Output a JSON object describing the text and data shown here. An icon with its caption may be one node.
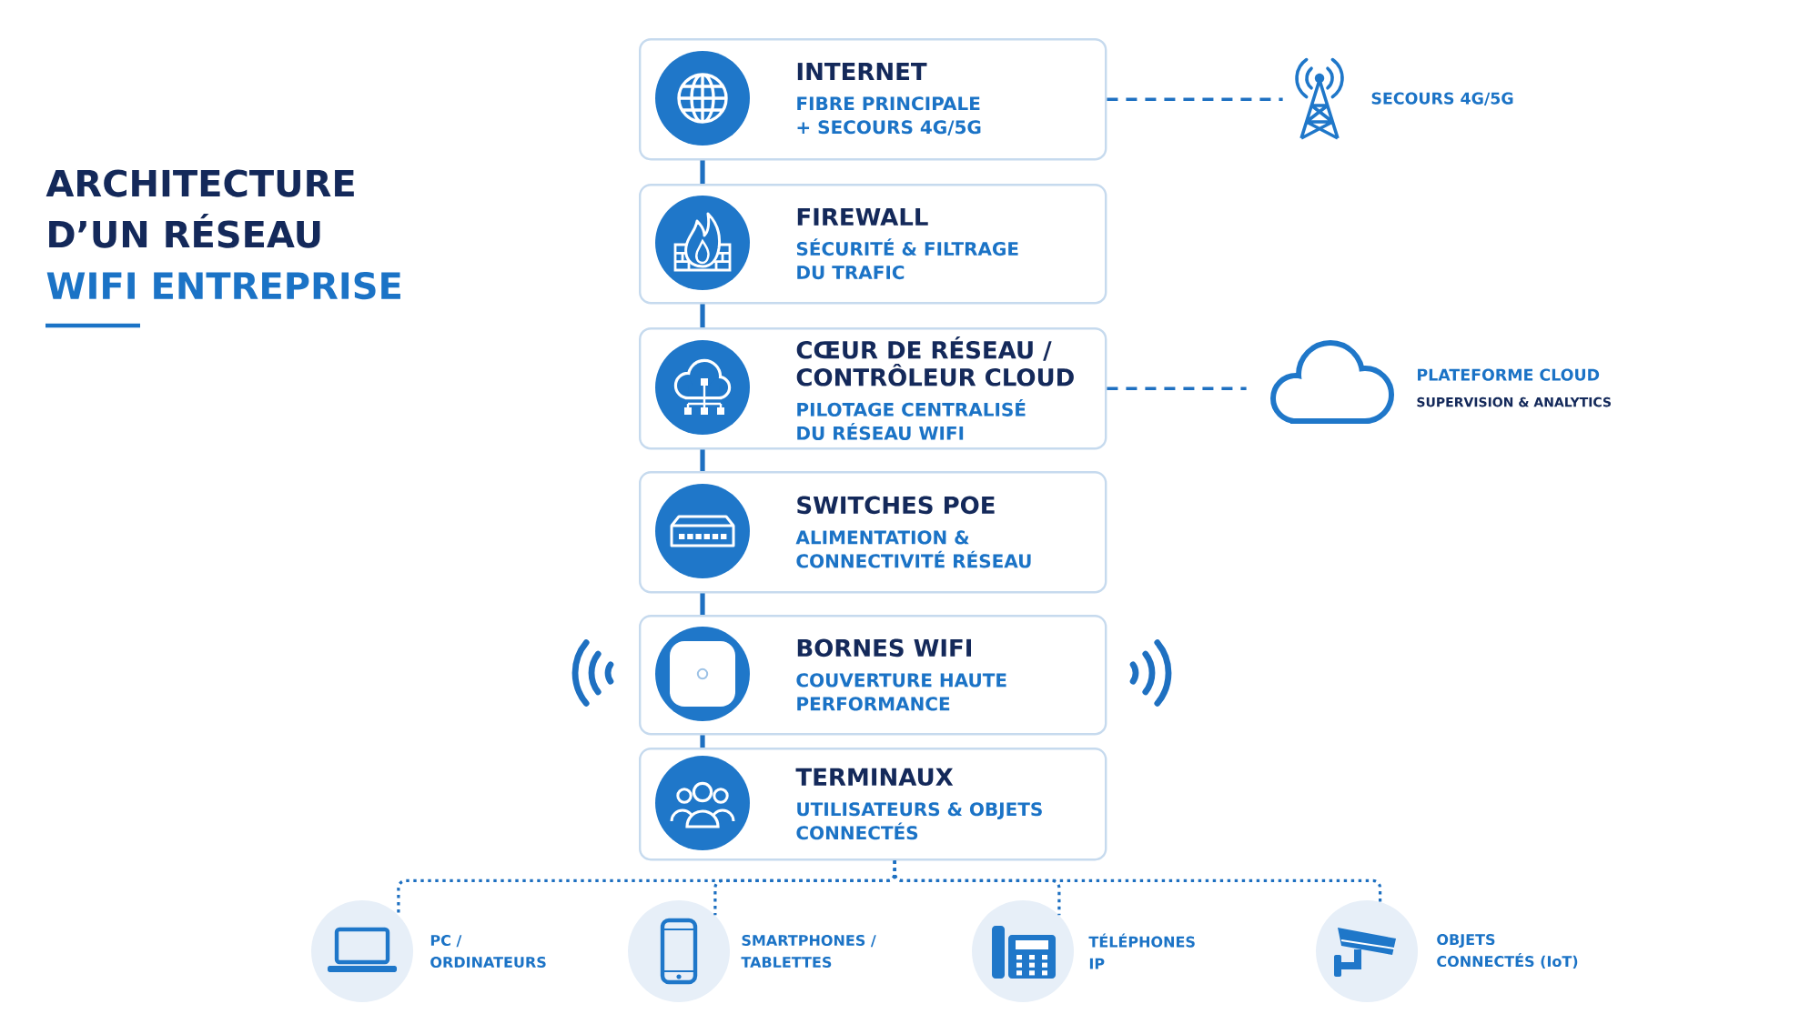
{
  "diagram": {
    "title": "ARCHITECTURE D’UN RÉSEAU WIFI ENTREPRISE",
    "nodes": [
      {
        "text": [
          "INTERNET",
          "FIBRE PRINCIPALE + SECOURS 4G/5G"
        ]
      },
      {
        "text": [
          "FIREWALL",
          "SÉCURITÉ & FILTRAGE DU TRAFIC"
        ]
      },
      {
        "text": [
          "CŒUR DE RÉSEAU / CONTRÔLEUR CLOUD",
          "PILOTAGE CENTRALISÉ DU RÉSEAU WIFI"
        ]
      },
      {
        "text": [
          "SWITCHES POE",
          "ALIMENTATION & CONNECTIVITÉ RÉSEAU"
        ]
      },
      {
        "text": [
          "BORNES WIFI",
          "COUVERTURE HAUTE PERFORMANCE"
        ]
      },
      {
        "text": [
          "TERMINAUX",
          "UTILISATEURS & OBJETS CONNECTÉS"
        ]
      },
      {
        "text": [],
        "shape": "picture",
        "beside": [
          "SECOURS 4G/5G"
        ]
      },
      {
        "text": [],
        "shape": "cloud",
        "beside": [
          "PLATEFORME CLOUD",
          "SUPERVISION & ANALYTICS"
        ]
      },
      {
        "text": [],
        "shape": "picture",
        "beside": [
          "PC / ORDINATEURS"
        ]
      },
      {
        "text": [],
        "shape": "picture",
        "beside": [
          "SMARTPHONES / TABLETTES"
        ]
      },
      {
        "text": [],
        "shape": "picture",
        "beside": [
          "TÉLÉPHONES IP"
        ]
      },
      {
        "text": [],
        "shape": "picture",
        "beside": [
          "OBJETS CONNECTÉS (IoT)"
        ]
      }
    ],
    "edges": [
      {
        "from": 0,
        "to": 1,
        "arrow": "none"
      },
      {
        "from": 1,
        "to": 2,
        "arrow": "none"
      },
      {
        "from": 2,
        "to": 3,
        "arrow": "none"
      },
      {
        "from": 3,
        "to": 4,
        "arrow": "none"
      },
      {
        "from": 4,
        "to": 5,
        "arrow": "none"
      },
      {
        "from": 0,
        "to": 6,
        "arrow": "none",
        "style": "dashed"
      },
      {
        "from": 2,
        "to": 7,
        "arrow": "none",
        "style": "dashed"
      },
      {
        "from": 5,
        "to": 8,
        "arrow": "none",
        "style": "dashed"
      },
      {
        "from": 5,
        "to": 9,
        "arrow": "none",
        "style": "dashed"
      },
      {
        "from": 5,
        "to": 10,
        "arrow": "none",
        "style": "dashed"
      },
      {
        "from": 5,
        "to": 11,
        "arrow": "none",
        "style": "dashed"
      }
    ]
  }
}
